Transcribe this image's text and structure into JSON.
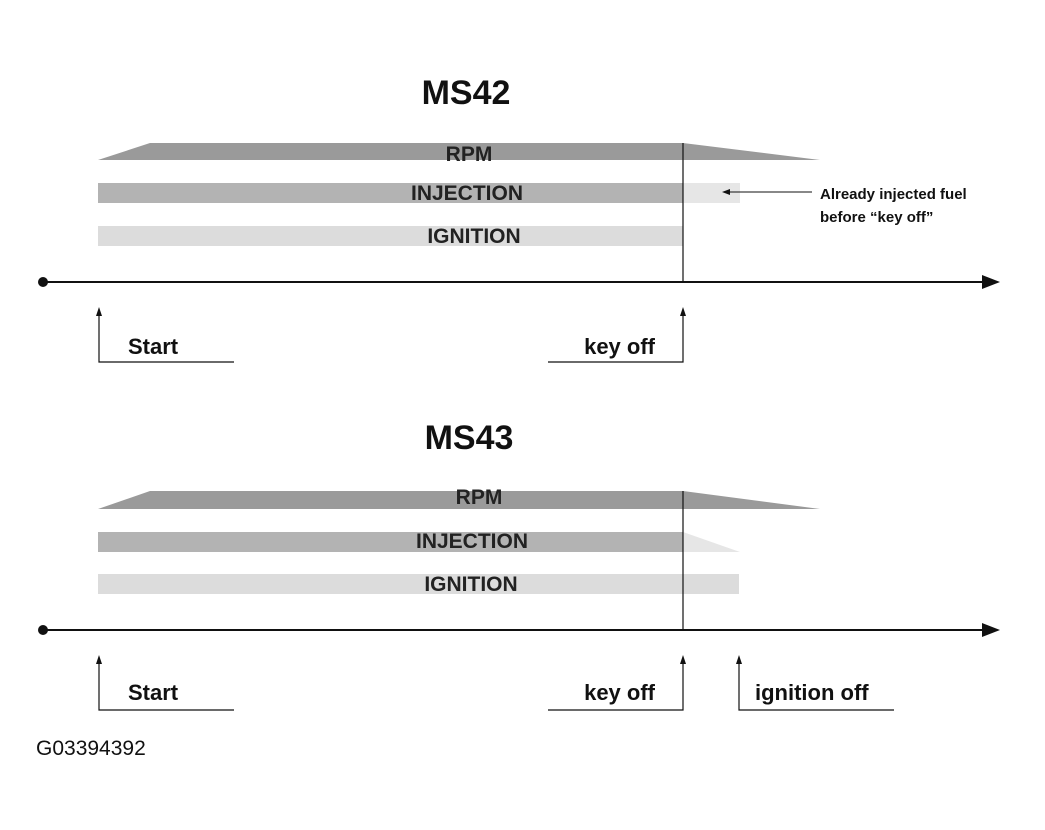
{
  "colors": {
    "rpm": "#9a9a9a",
    "injection": "#b3b3b3",
    "injection_after": "#e6e6e6",
    "ignition": "#dcdcdc",
    "line": "#111111"
  },
  "diagrams": [
    {
      "title": "MS42",
      "bars": {
        "rpm": "RPM",
        "injection": "INJECTION",
        "ignition": "IGNITION"
      },
      "events": {
        "start": "Start",
        "key_off": "key off"
      },
      "annotation": {
        "line1": "Already injected fuel",
        "line2": "before “key off”"
      }
    },
    {
      "title": "MS43",
      "bars": {
        "rpm": "RPM",
        "injection": "INJECTION",
        "ignition": "IGNITION"
      },
      "events": {
        "start": "Start",
        "key_off": "key off",
        "ignition_off": "ignition off"
      }
    }
  ],
  "figure_id": "G03394392"
}
